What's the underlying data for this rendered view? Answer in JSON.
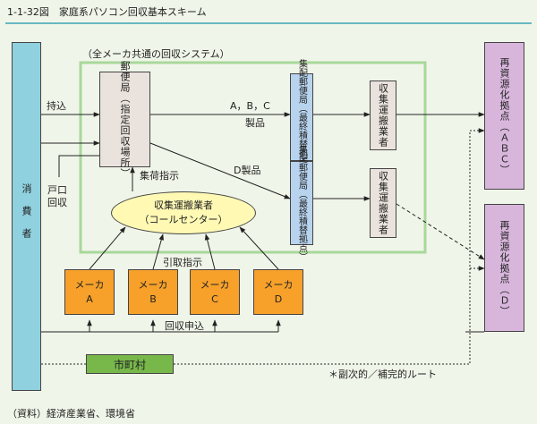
{
  "title": "1-1-32図　家庭系パソコン回収基本スキーム",
  "consumer": "消費者",
  "system_label": "（全メーカ共通の回収システム）",
  "post_office": "郵便局（指定回収場所）",
  "hub_abc": "集配郵便局（最終積替拠点）",
  "hub_d": "集配郵便局（最終積替拠点）",
  "collector_1": "収集運搬業者",
  "collector_2": "収集運搬業者",
  "recycling_abc": "再資源化拠点（ＡＢＣ）",
  "recycling_d": "再資源化拠点（Ｄ）",
  "call_center_line1": "収集運搬業者",
  "call_center_line2": "（コールセンター）",
  "makers": [
    {
      "line1": "メーカ",
      "line2": "A"
    },
    {
      "line1": "メーカ",
      "line2": "B"
    },
    {
      "line1": "メーカ",
      "line2": "C"
    },
    {
      "line1": "メーカ",
      "line2": "D"
    }
  ],
  "municipality": "市町村",
  "labels": {
    "carry_in": "持込",
    "door_line1": "戸口",
    "door_line2": "回収",
    "abc_products_1": "A，B，C",
    "abc_products_2": "製品",
    "d_products": "D製品",
    "collection_instruction": "集荷指示",
    "pickup_instruction": "引取指示",
    "collection_request": "回収申込",
    "supplementary_route": "＊副次的／補完的ルート"
  },
  "source": "（資料）経済産業省、環境省"
}
